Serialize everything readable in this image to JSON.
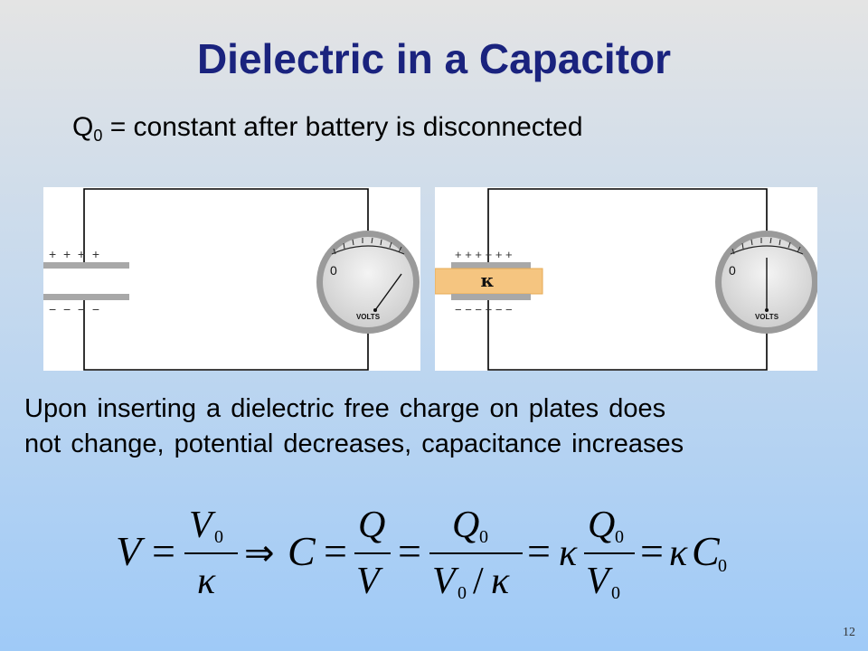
{
  "slide": {
    "title": "Dielectric in a Capacitor",
    "subtitle_prefix": "Q",
    "subtitle_sub": "0",
    "subtitle_rest": " = constant after battery is disconnected",
    "body_line1": "Upon inserting a dielectric free charge on plates does",
    "body_line2": "not change, potential decreases, capacitance increases",
    "page_number": "12"
  },
  "figure_left": {
    "plus_signs": "+  +  +  +",
    "minus_signs": "−  −  −  −",
    "meter_zero": "0",
    "meter_label": "VOLTS"
  },
  "figure_right": {
    "plus_signs": "+ + + + + +",
    "minus_signs": "− − − − − −",
    "dielectric_label": "κ",
    "meter_zero": "0",
    "meter_label": "VOLTS"
  },
  "equation": {
    "v": "V",
    "eq": "=",
    "v0_num": "V",
    "sub0": "0",
    "kappa": "κ",
    "implies": "⇒",
    "c": "C",
    "q": "Q",
    "q0": "Q",
    "slash": "/",
    "c0": "C"
  },
  "colors": {
    "title": "#1a237e",
    "plate": "#a8a8a8",
    "dielectric": "#f5c580",
    "meter_face": "#aaaaaa",
    "circuit_line": "#000000"
  }
}
